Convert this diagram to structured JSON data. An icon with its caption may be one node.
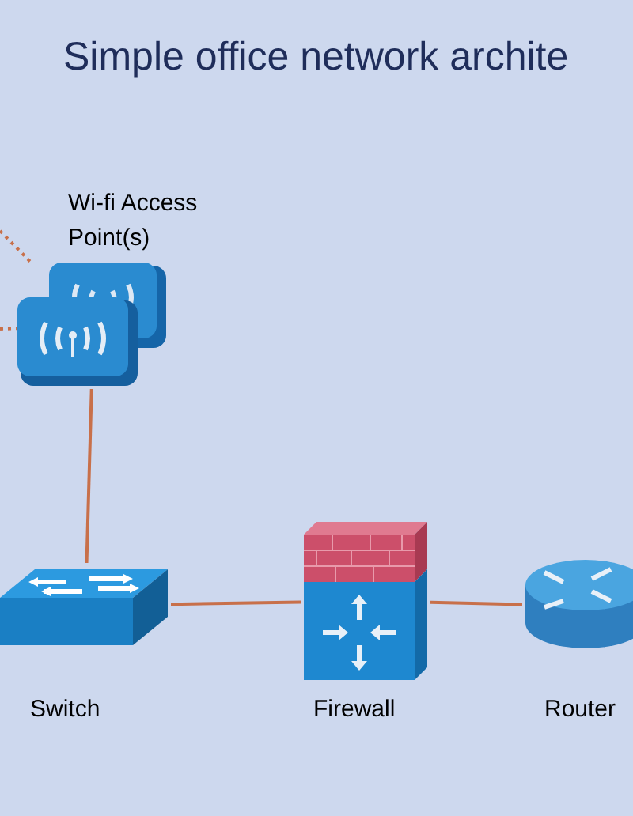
{
  "diagram": {
    "title": "Simple office network archite",
    "nodes": [
      {
        "text": [
          "Wi-fi Access Point(s)"
        ]
      },
      {
        "text": [
          "Switch"
        ]
      },
      {
        "text": [
          "Firewall"
        ]
      },
      {
        "text": [
          "Router"
        ]
      }
    ],
    "edges": [
      {
        "from": null,
        "to": 0,
        "arrow": "none",
        "style": "dashed"
      },
      {
        "from": null,
        "to": 0,
        "arrow": "none",
        "style": "dashed"
      },
      {
        "from": 0,
        "to": 1,
        "arrow": "none"
      },
      {
        "from": 1,
        "to": 2,
        "arrow": "none"
      },
      {
        "from": 2,
        "to": 3,
        "arrow": "none"
      }
    ]
  }
}
